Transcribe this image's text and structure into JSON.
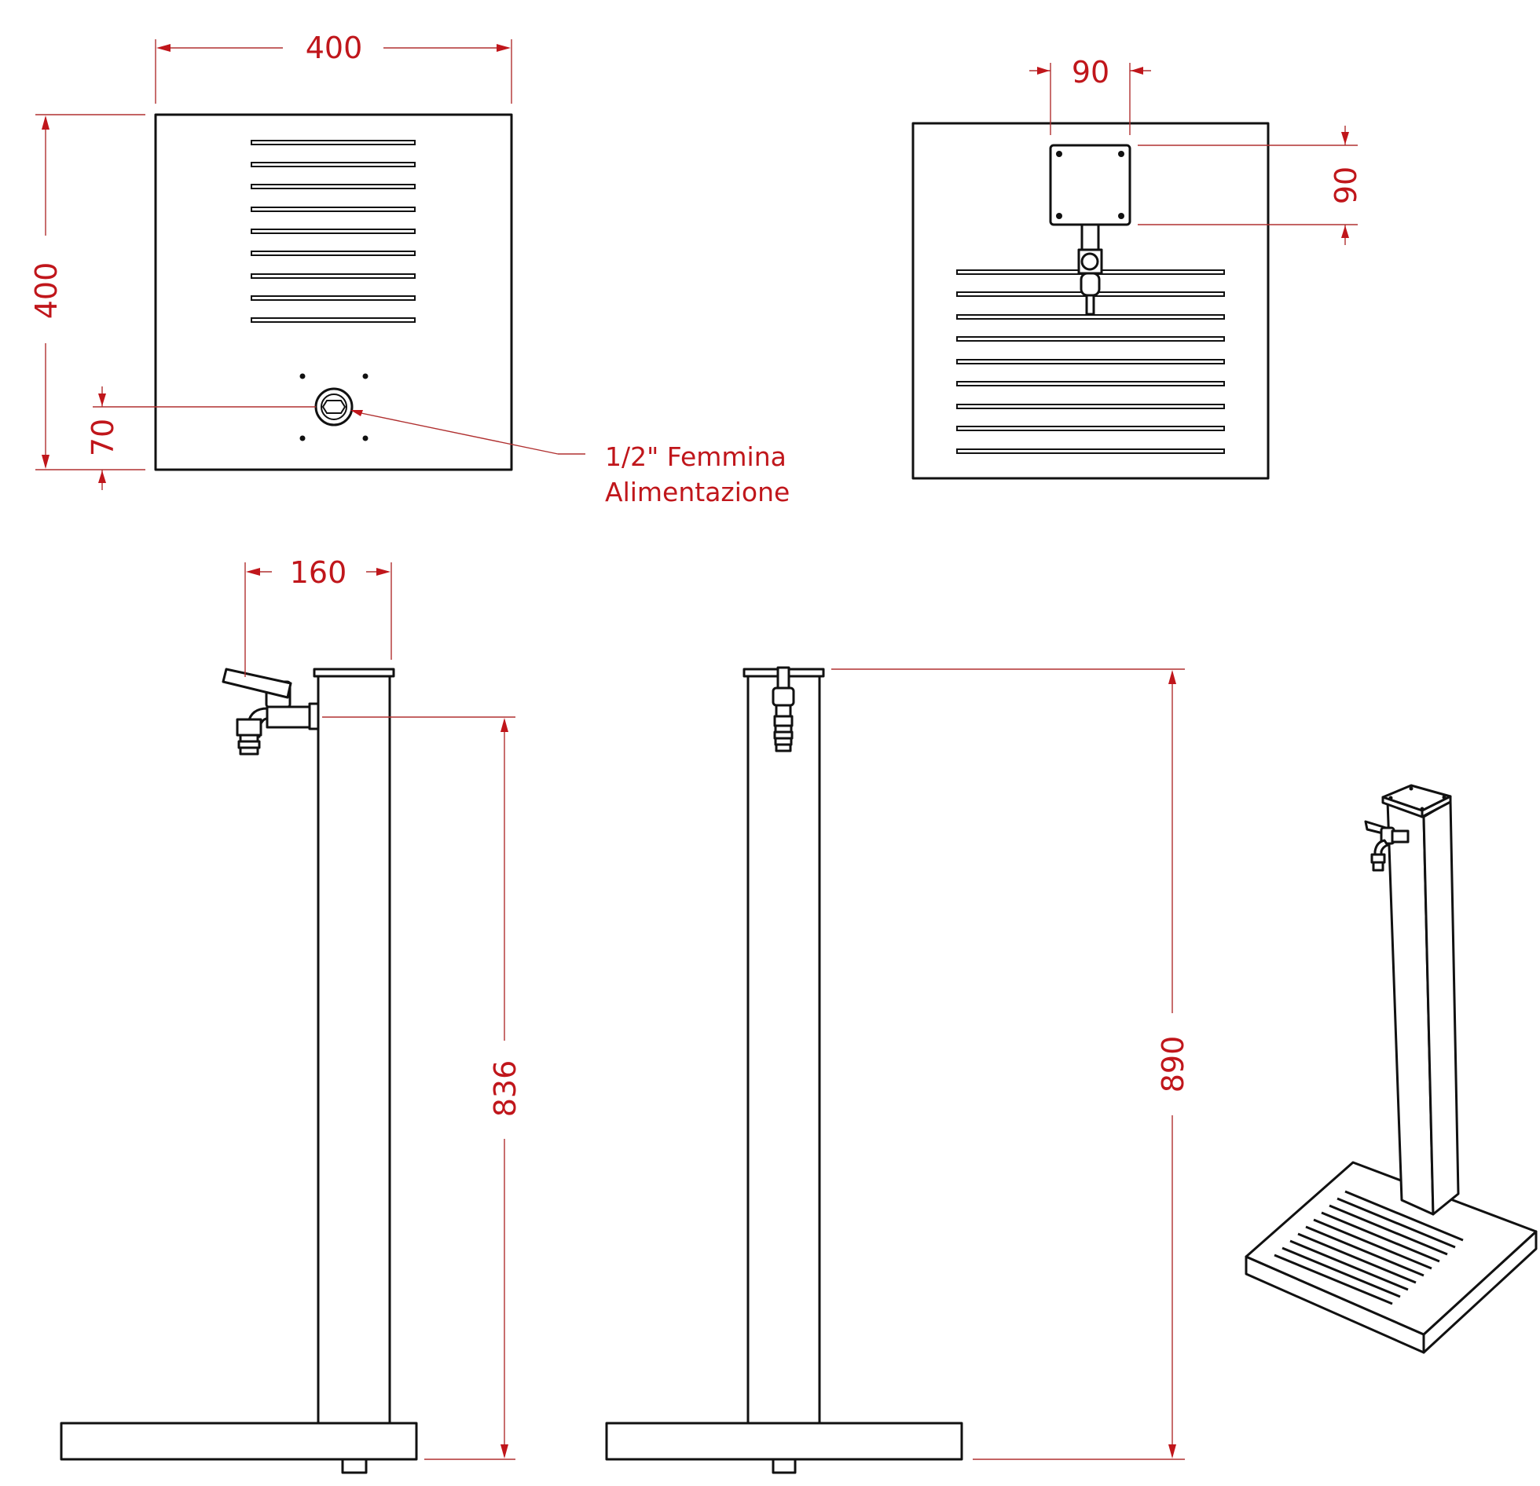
{
  "dimensions": {
    "top_base_width": "400",
    "top_base_depth": "400",
    "inlet_offset": "70",
    "plate_width": "90",
    "plate_height": "90",
    "column_width": "160",
    "tap_height": "836",
    "total_height": "890"
  },
  "note": {
    "line1": "1/2\" Femmina",
    "line2": "Alimentazione"
  },
  "colors": {
    "dimension": "#c0161b",
    "outline": "#111111",
    "background": "#ffffff"
  }
}
